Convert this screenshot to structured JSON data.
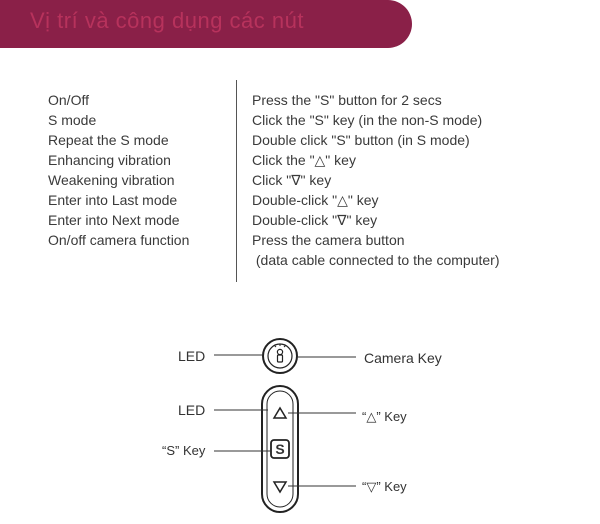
{
  "header": {
    "title": "Vị trí và công dụng các nút"
  },
  "functions": [
    {
      "action": "On/Off",
      "operation": "Press the \"S\" button for 2 secs"
    },
    {
      "action": "S mode",
      "operation": "Click the \"S\" key (in the non-S mode)"
    },
    {
      "action": "Repeat the S mode",
      "operation": "Double click \"S\" button (in S mode)"
    },
    {
      "action": "Enhancing vibration",
      "operation": "Click the \"△\" key"
    },
    {
      "action": "Weakening vibration",
      "operation": "Click \"∇\" key"
    },
    {
      "action": "Enter into Last mode",
      "operation": "Double-click \"△\" key"
    },
    {
      "action": "Enter into Next mode",
      "operation": "Double-click \"∇\" key"
    },
    {
      "action": "On/off camera function",
      "operation": "Press the camera button"
    }
  ],
  "note": " (data cable connected to the computer)",
  "diagram": {
    "led_top": "LED",
    "camera_key": "Camera Key",
    "led_side": "LED",
    "up_key": "“△” Key",
    "s_key": "“S” Key",
    "down_key": "“▽” Key",
    "s_glyph": "S",
    "up_glyph": "△",
    "down_glyph": "▽"
  },
  "colors": {
    "banner": "#8a2048",
    "banner_text": "#b7325c"
  }
}
